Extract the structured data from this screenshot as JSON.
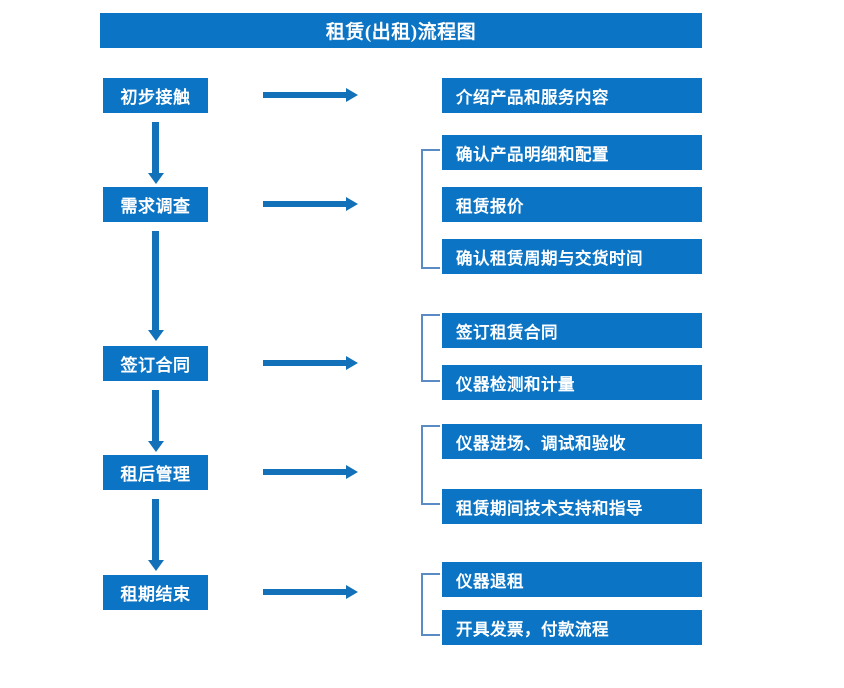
{
  "diagram": {
    "title": "租赁(出租)流程图",
    "colors": {
      "node_fill": "#0b74c4",
      "node_text": "#ffffff",
      "arrow": "#1271b8",
      "bracket": "#5b8bc4",
      "background": "#ffffff"
    },
    "stages": [
      {
        "id": "stage-1",
        "label": "初步接触",
        "outputs": [
          "介绍产品和服务内容"
        ],
        "bracketed": false
      },
      {
        "id": "stage-2",
        "label": "需求调查",
        "outputs": [
          "确认产品明细和配置",
          "租赁报价",
          "确认租赁周期与交货时间"
        ],
        "bracketed": true
      },
      {
        "id": "stage-3",
        "label": "签订合同",
        "outputs": [
          "签订租赁合同",
          "仪器检测和计量"
        ],
        "bracketed": true
      },
      {
        "id": "stage-4",
        "label": "租后管理",
        "outputs": [
          "仪器进场、调试和验收",
          "租赁期间技术支持和指导"
        ],
        "bracketed": true
      },
      {
        "id": "stage-5",
        "label": "租期结束",
        "outputs": [
          "仪器退租",
          "开具发票，付款流程"
        ],
        "bracketed": true
      }
    ],
    "right_boxes": [
      "介绍产品和服务内容",
      "确认产品明细和配置",
      "租赁报价",
      "确认租赁周期与交货时间",
      "签订租赁合同",
      "仪器检测和计量",
      "仪器进场、调试和验收",
      "租赁期间技术支持和指导",
      "仪器退租",
      "开具发票，付款流程"
    ]
  }
}
